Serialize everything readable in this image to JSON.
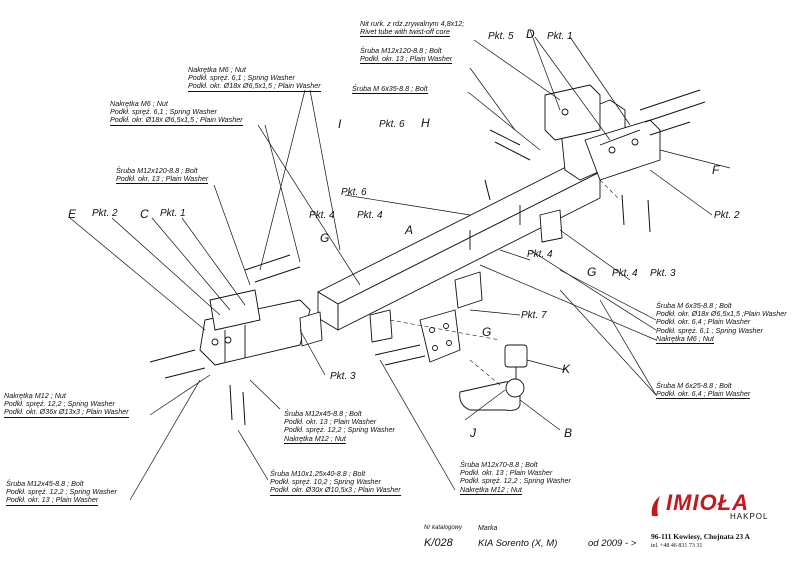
{
  "callouts": {
    "rivet": [
      "Nit rurk. z rdz.zrywalnym 4,8x12;",
      "Rivet tube with twist-off core"
    ],
    "bolt_top": [
      "Śruba M12x120-8.8 ;  Bolt",
      "Podkł. okr. 13 ; Plain Washer"
    ],
    "bolt_m6x35_top": [
      "Śruba M 6x35-8.8 ; Bolt"
    ],
    "nut_m6_a": [
      "Nakrętka  M6 ; Nut",
      "Podkł. spręż. 6,1 ; Spring Washer",
      "Podkł. okr.  Ø18x Ø6,5x1,5 ; Plain Washer"
    ],
    "nut_m6_b": [
      "Nakrętka  M6 ; Nut",
      "Podkł. spręż. 6,1 ; Spring Washer",
      "Podkł. okr.  Ø18x Ø6,5x1,5 ; Plain Washer"
    ],
    "bolt_left": [
      "Śruba M12x120-8.8 ;  Bolt",
      "Podkł. okr. 13 ; Plain Washer"
    ],
    "right_big": [
      "Śruba M 6x35-8.8 ;  Bolt",
      "Podkł. okr. Ø18x Ø6,5x1,5 ;Plain Washer",
      "Podkł. okr. 6,4 ; Plain Washer",
      "Podkł. spręż. 6,1 ; Spring Washer",
      "Nakrętka  M6 ; Nut"
    ],
    "right_small": [
      "Śruba M 6x25-8.8 ;  Bolt",
      "Podkł. okr. 6,4 ; Plain Washer"
    ],
    "nut_m12": [
      "Nakrętka  M12 ; Nut",
      "Podkł. spręż. 12,2 ; Spring Washer",
      "Podkł. okr.  Ø36x Ø13x3 ; Plain Washer"
    ],
    "bolt_m12x45_center": [
      "Śruba M12x45-8.8 ;  Bolt",
      "Podkł. okr. 13 ; Plain Washer",
      "Podkł. spręż. 12,2 ; Spring Washer",
      "Nakrętka  M12 ; Nut"
    ],
    "bolt_m12x70": [
      "Śruba M12x70-8.8 ;  Bolt",
      "Podkł. okr. 13 ; Plain Washer",
      "Podkł. spręż. 12,2 ; Spring Washer",
      "Nakrętka  M12 ; Nut"
    ],
    "bolt_m10": [
      "Śruba M10x1,25x40-8.8 ;  Bolt",
      "Podkł. spręż. 10,2 ; Spring Washer",
      "Podkł. okr.  Ø30x Ø10,5x3 ; Plain Washer"
    ],
    "bolt_m12x45_left": [
      "Śruba M12x45-8.8 ;  Bolt",
      "Podkł. spręż. 12,2 ; Spring Washer",
      "Podkł. okr. 13 ; Plain Washer"
    ]
  },
  "pkt": {
    "p5": "Pkt. 5",
    "p1_top": "Pkt. 1",
    "p6_a": "Pkt. 6",
    "p6_b": "Pkt. 6",
    "p4_a": "Pkt. 4",
    "p4_b": "Pkt. 4",
    "p4_c": "Pkt. 4",
    "p4_d": "Pkt. 4",
    "p2_left": "Pkt. 2",
    "p1_left": "Pkt. 1",
    "p2_right": "Pkt. 2",
    "p3_left": "Pkt. 3",
    "p3_right": "Pkt. 3",
    "p7": "Pkt. 7"
  },
  "letters": {
    "D": "D",
    "F": "F",
    "I": "I",
    "H": "H",
    "E": "E",
    "C": "C",
    "G1": "G",
    "A": "A",
    "G2": "G",
    "G3": "G",
    "K": "K",
    "J": "J",
    "B": "B"
  },
  "footer": {
    "catalog_label": "Nr katalogowy",
    "catalog_value": "K/028",
    "brand_label": "Marka",
    "brand_value": "KIA Sorento (X, M)",
    "year_value": "od 2009 - >"
  },
  "company": {
    "logo": "IMIOŁA",
    "sub": "HAKPOL",
    "address": "96-111 Kowiesy, Chojnata 23 A",
    "phone": "tel. +48 46 831 73 31"
  },
  "colors": {
    "ink": "#111111",
    "logo_red": "#c8161d"
  }
}
